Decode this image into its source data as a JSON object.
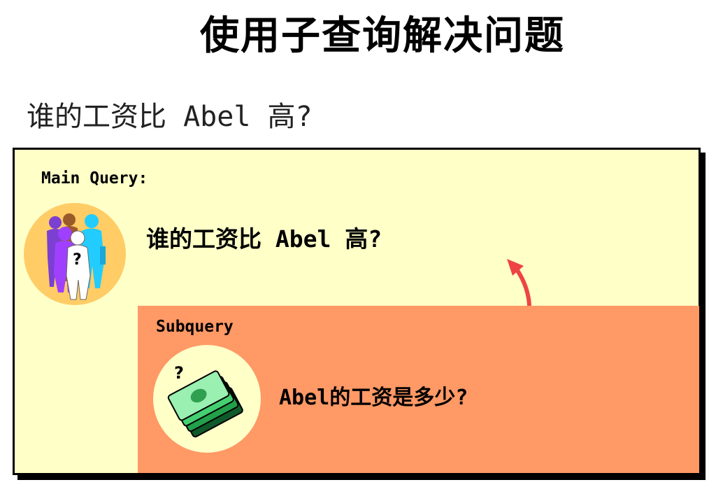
{
  "title": "使用子查询解决问题",
  "question": "谁的工资比 Abel 高?",
  "main_query": {
    "label": "Main Query:",
    "text_prefix": "谁的工资比 ",
    "text_name": "Abel",
    "text_suffix": " 高?"
  },
  "subquery": {
    "label": "Subquery",
    "text_name": "Abel",
    "text_suffix": "的工资是多少?"
  },
  "icons": {
    "people": "people-question-icon",
    "money": "money-question-icon",
    "arrow": "curved-arrow-icon"
  },
  "colors": {
    "main_bg": "#ffffc8",
    "sub_bg": "#ff9966",
    "arrow": "#ee4444"
  }
}
